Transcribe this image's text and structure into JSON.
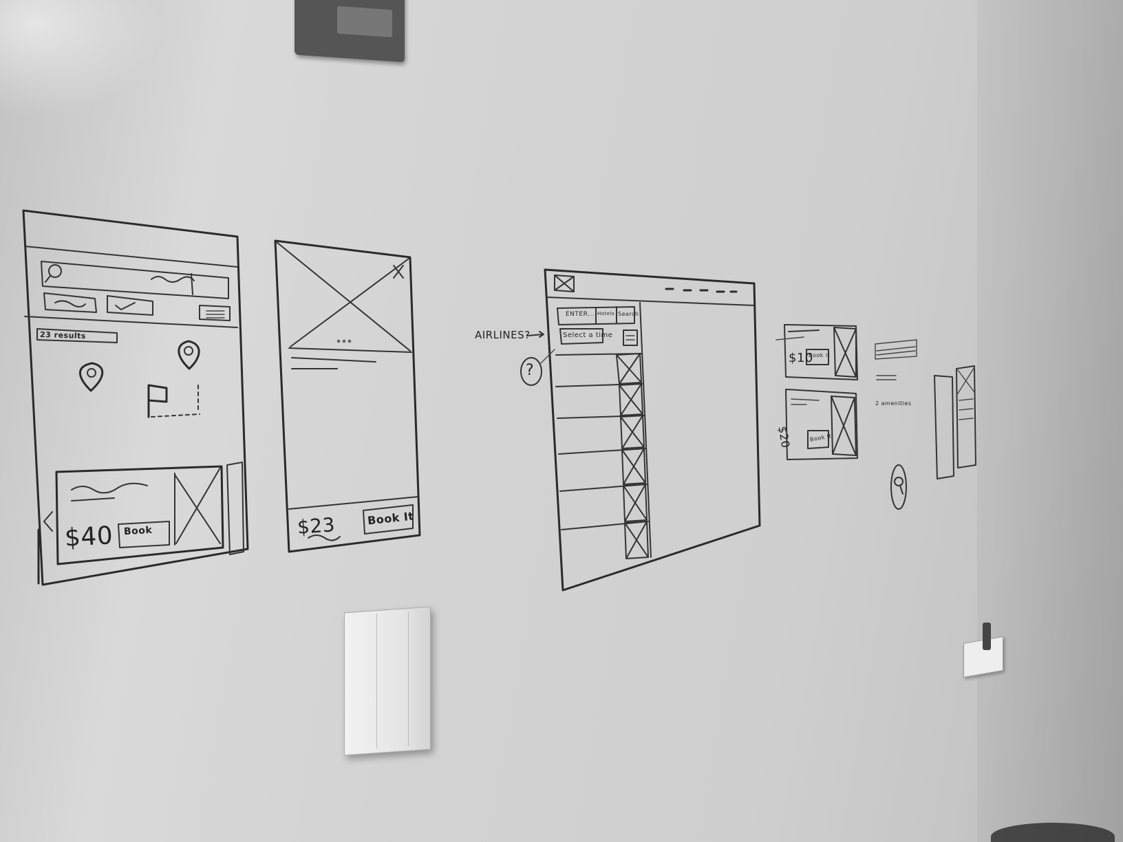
{
  "wireframes": {
    "mobile_map": {
      "results_label": "23 results",
      "price": "$40",
      "button": "Book"
    },
    "mobile_detail": {
      "price": "$23",
      "button": "Book It"
    },
    "desktop": {
      "search_placeholder": "ENTER...",
      "search_mid": "Hotels",
      "search_button": "Search",
      "time_select": "Select a time",
      "annotation": "AIRLINES?",
      "help_mark": "?"
    },
    "small_cards": {
      "card1_price": "$10",
      "card1_button": "Book it",
      "card2_price": "$20",
      "card2_button": "Book It"
    },
    "filters_note": "2 amenities"
  }
}
